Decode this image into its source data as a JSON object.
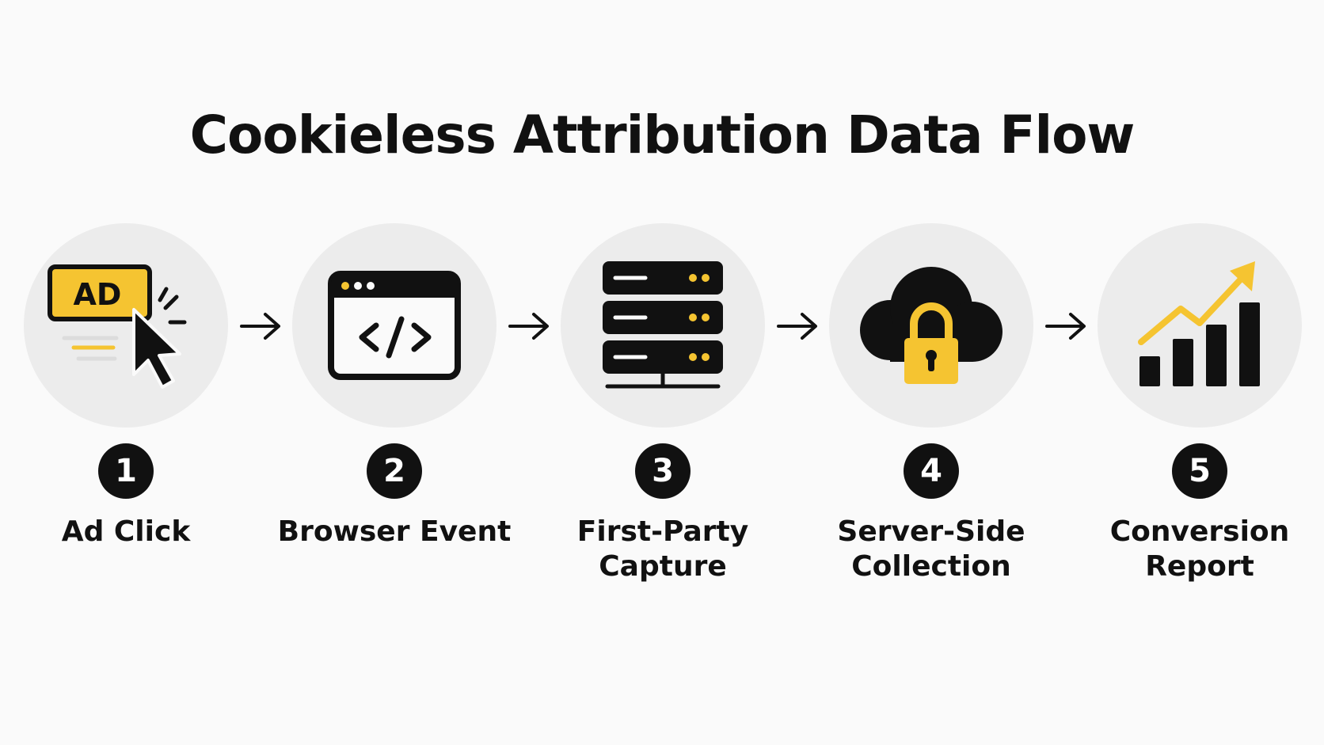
{
  "title": "Cookieless Attribution Data Flow",
  "colors": {
    "accent": "#f5c431",
    "dark": "#111111",
    "circle": "#ececec",
    "background": "#fafafa"
  },
  "steps": [
    {
      "number": "1",
      "label": "Ad Click",
      "icon": "ad-click-icon",
      "badge_text": "AD"
    },
    {
      "number": "2",
      "label": "Browser Event",
      "icon": "browser-code-icon"
    },
    {
      "number": "3",
      "label": "First-Party\nCapture",
      "icon": "server-stack-icon"
    },
    {
      "number": "4",
      "label": "Server-Side\nCollection",
      "icon": "cloud-lock-icon"
    },
    {
      "number": "5",
      "label": "Conversion\nReport",
      "icon": "growth-chart-icon"
    }
  ]
}
